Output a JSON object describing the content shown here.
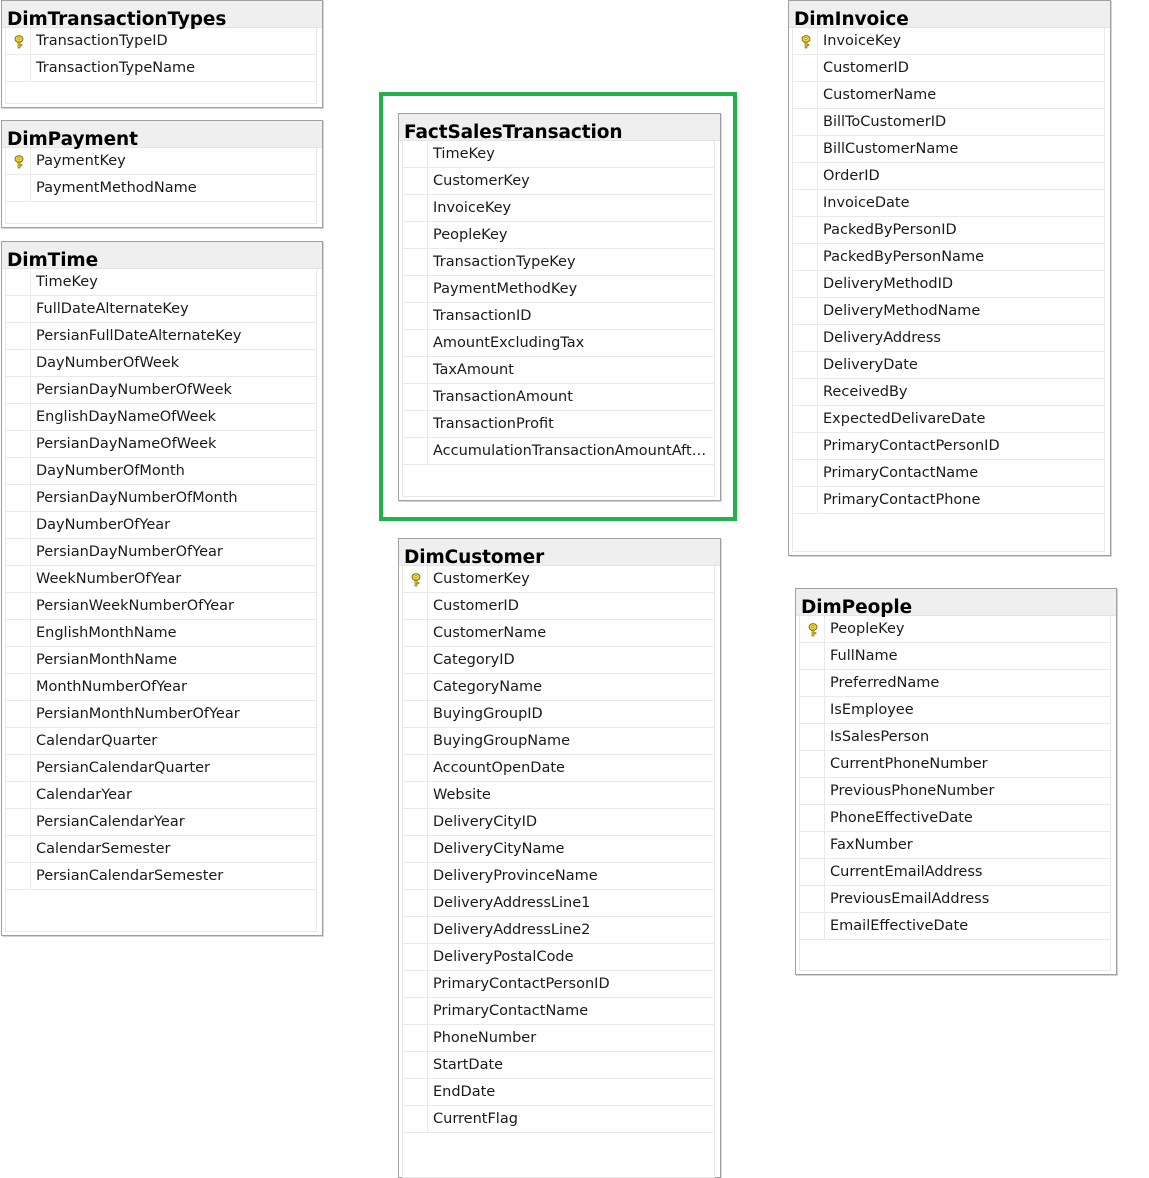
{
  "colors": {
    "highlight": "#22b14c",
    "key_icon": "#f2d22c"
  },
  "tables": {
    "dimTransactionTypes": {
      "title": "DimTransactionTypes",
      "columns": [
        {
          "name": "TransactionTypeID",
          "key": true
        },
        {
          "name": "TransactionTypeName",
          "key": false
        }
      ]
    },
    "dimPayment": {
      "title": "DimPayment",
      "columns": [
        {
          "name": "PaymentKey",
          "key": true
        },
        {
          "name": "PaymentMethodName",
          "key": false
        }
      ]
    },
    "dimTime": {
      "title": "DimTime",
      "columns": [
        {
          "name": "TimeKey",
          "key": false
        },
        {
          "name": "FullDateAlternateKey",
          "key": false
        },
        {
          "name": "PersianFullDateAlternateKey",
          "key": false
        },
        {
          "name": "DayNumberOfWeek",
          "key": false
        },
        {
          "name": "PersianDayNumberOfWeek",
          "key": false
        },
        {
          "name": "EnglishDayNameOfWeek",
          "key": false
        },
        {
          "name": "PersianDayNameOfWeek",
          "key": false
        },
        {
          "name": "DayNumberOfMonth",
          "key": false
        },
        {
          "name": "PersianDayNumberOfMonth",
          "key": false
        },
        {
          "name": "DayNumberOfYear",
          "key": false
        },
        {
          "name": "PersianDayNumberOfYear",
          "key": false
        },
        {
          "name": "WeekNumberOfYear",
          "key": false
        },
        {
          "name": "PersianWeekNumberOfYear",
          "key": false
        },
        {
          "name": "EnglishMonthName",
          "key": false
        },
        {
          "name": "PersianMonthName",
          "key": false
        },
        {
          "name": "MonthNumberOfYear",
          "key": false
        },
        {
          "name": "PersianMonthNumberOfYear",
          "key": false
        },
        {
          "name": "CalendarQuarter",
          "key": false
        },
        {
          "name": "PersianCalendarQuarter",
          "key": false
        },
        {
          "name": "CalendarYear",
          "key": false
        },
        {
          "name": "PersianCalendarYear",
          "key": false
        },
        {
          "name": "CalendarSemester",
          "key": false
        },
        {
          "name": "PersianCalendarSemester",
          "key": false
        }
      ]
    },
    "factSalesTransaction": {
      "title": "FactSalesTransaction",
      "columns": [
        {
          "name": "TimeKey",
          "key": false
        },
        {
          "name": "CustomerKey",
          "key": false
        },
        {
          "name": "InvoiceKey",
          "key": false
        },
        {
          "name": "PeopleKey",
          "key": false
        },
        {
          "name": "TransactionTypeKey",
          "key": false
        },
        {
          "name": "PaymentMethodKey",
          "key": false
        },
        {
          "name": "TransactionID",
          "key": false
        },
        {
          "name": "AmountExcludingTax",
          "key": false
        },
        {
          "name": "TaxAmount",
          "key": false
        },
        {
          "name": "TransactionAmount",
          "key": false
        },
        {
          "name": "TransactionProfit",
          "key": false
        },
        {
          "name": "AccumulationTransactionAmountAfterT...",
          "key": false
        }
      ]
    },
    "dimCustomer": {
      "title": "DimCustomer",
      "columns": [
        {
          "name": "CustomerKey",
          "key": true
        },
        {
          "name": "CustomerID",
          "key": false
        },
        {
          "name": "CustomerName",
          "key": false
        },
        {
          "name": "CategoryID",
          "key": false
        },
        {
          "name": "CategoryName",
          "key": false
        },
        {
          "name": "BuyingGroupID",
          "key": false
        },
        {
          "name": "BuyingGroupName",
          "key": false
        },
        {
          "name": "AccountOpenDate",
          "key": false
        },
        {
          "name": "Website",
          "key": false
        },
        {
          "name": "DeliveryCityID",
          "key": false
        },
        {
          "name": "DeliveryCityName",
          "key": false
        },
        {
          "name": "DeliveryProvinceName",
          "key": false
        },
        {
          "name": "DeliveryAddressLine1",
          "key": false
        },
        {
          "name": "DeliveryAddressLine2",
          "key": false
        },
        {
          "name": "DeliveryPostalCode",
          "key": false
        },
        {
          "name": "PrimaryContactPersonID",
          "key": false
        },
        {
          "name": "PrimaryContactName",
          "key": false
        },
        {
          "name": "PhoneNumber",
          "key": false
        },
        {
          "name": "StartDate",
          "key": false
        },
        {
          "name": "EndDate",
          "key": false
        },
        {
          "name": "CurrentFlag",
          "key": false
        }
      ]
    },
    "dimInvoice": {
      "title": "DimInvoice",
      "columns": [
        {
          "name": "InvoiceKey",
          "key": true
        },
        {
          "name": "CustomerID",
          "key": false
        },
        {
          "name": "CustomerName",
          "key": false
        },
        {
          "name": "BillToCustomerID",
          "key": false
        },
        {
          "name": "BillCustomerName",
          "key": false
        },
        {
          "name": "OrderID",
          "key": false
        },
        {
          "name": "InvoiceDate",
          "key": false
        },
        {
          "name": "PackedByPersonID",
          "key": false
        },
        {
          "name": "PackedByPersonName",
          "key": false
        },
        {
          "name": "DeliveryMethodID",
          "key": false
        },
        {
          "name": "DeliveryMethodName",
          "key": false
        },
        {
          "name": "DeliveryAddress",
          "key": false
        },
        {
          "name": "DeliveryDate",
          "key": false
        },
        {
          "name": "ReceivedBy",
          "key": false
        },
        {
          "name": "ExpectedDelivareDate",
          "key": false
        },
        {
          "name": "PrimaryContactPersonID",
          "key": false
        },
        {
          "name": "PrimaryContactName",
          "key": false
        },
        {
          "name": "PrimaryContactPhone",
          "key": false
        }
      ]
    },
    "dimPeople": {
      "title": "DimPeople",
      "columns": [
        {
          "name": "PeopleKey",
          "key": true
        },
        {
          "name": "FullName",
          "key": false
        },
        {
          "name": "PreferredName",
          "key": false
        },
        {
          "name": "IsEmployee",
          "key": false
        },
        {
          "name": "IsSalesPerson",
          "key": false
        },
        {
          "name": "CurrentPhoneNumber",
          "key": false
        },
        {
          "name": "PreviousPhoneNumber",
          "key": false
        },
        {
          "name": "PhoneEffectiveDate",
          "key": false
        },
        {
          "name": "FaxNumber",
          "key": false
        },
        {
          "name": "CurrentEmailAddress",
          "key": false
        },
        {
          "name": "PreviousEmailAddress",
          "key": false
        },
        {
          "name": "EmailEffectiveDate",
          "key": false
        }
      ]
    }
  }
}
